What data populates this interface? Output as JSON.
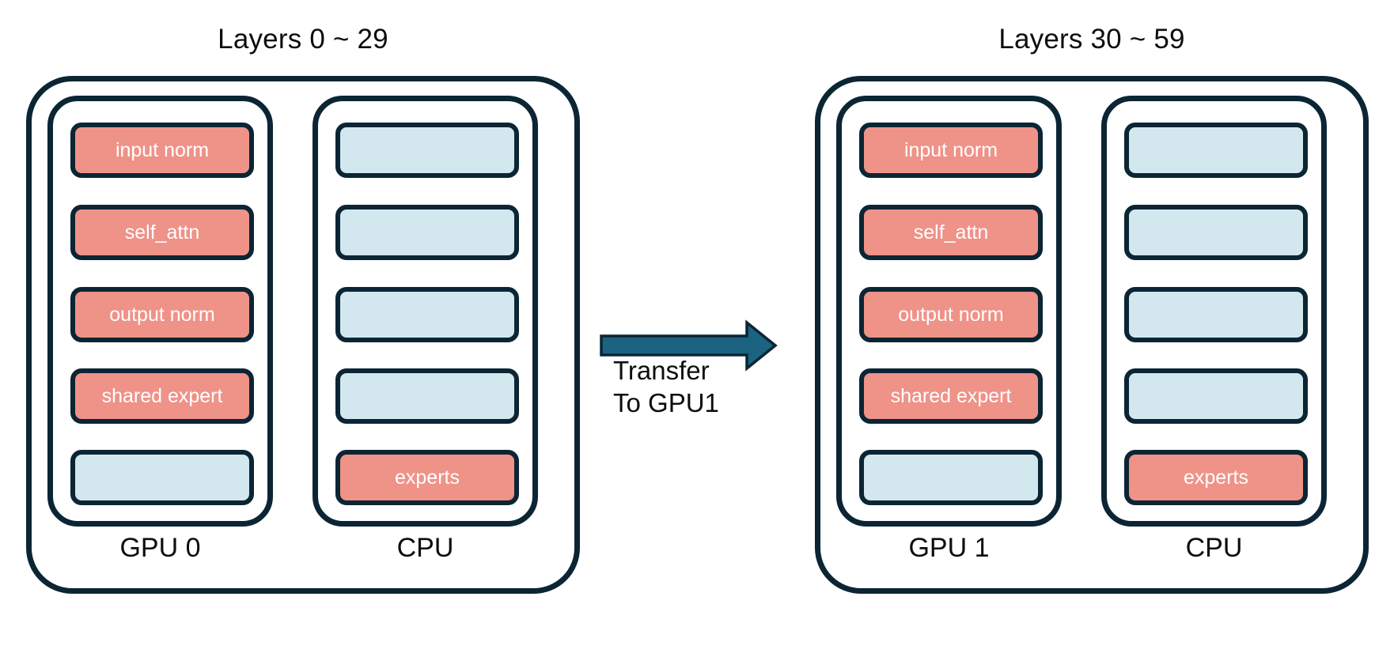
{
  "colors": {
    "outline": "#0b2534",
    "block_red": "#ef9288",
    "block_blue": "#d2e7ee",
    "arrow_teal": "#1b6381",
    "arrow_black": "#000000",
    "background": "#ffffff",
    "text_dark": "#0d0d0d",
    "text_light": "#ffffff"
  },
  "groups": [
    {
      "title": "Layers 0 ~ 29",
      "gpu": {
        "label": "GPU 0",
        "slots": [
          {
            "label": "input norm",
            "kind": "red"
          },
          {
            "label": "self_attn",
            "kind": "red"
          },
          {
            "label": "output norm",
            "kind": "red"
          },
          {
            "label": "shared expert",
            "kind": "red"
          },
          {
            "label": "",
            "kind": "blue"
          }
        ]
      },
      "cpu": {
        "label": "CPU",
        "slots": [
          {
            "label": "",
            "kind": "blue"
          },
          {
            "label": "",
            "kind": "blue"
          },
          {
            "label": "",
            "kind": "blue"
          },
          {
            "label": "",
            "kind": "blue"
          },
          {
            "label": "experts",
            "kind": "red"
          }
        ]
      }
    },
    {
      "title": "Layers 30 ~ 59",
      "gpu": {
        "label": "GPU 1",
        "slots": [
          {
            "label": "input norm",
            "kind": "red"
          },
          {
            "label": "self_attn",
            "kind": "red"
          },
          {
            "label": "output norm",
            "kind": "red"
          },
          {
            "label": "shared expert",
            "kind": "red"
          },
          {
            "label": "",
            "kind": "blue"
          }
        ]
      },
      "cpu": {
        "label": "CPU",
        "slots": [
          {
            "label": "",
            "kind": "blue"
          },
          {
            "label": "",
            "kind": "blue"
          },
          {
            "label": "",
            "kind": "blue"
          },
          {
            "label": "",
            "kind": "blue"
          },
          {
            "label": "experts",
            "kind": "red"
          }
        ]
      }
    }
  ],
  "transfer": {
    "line1": "Transfer",
    "line2": "To GPU1"
  }
}
